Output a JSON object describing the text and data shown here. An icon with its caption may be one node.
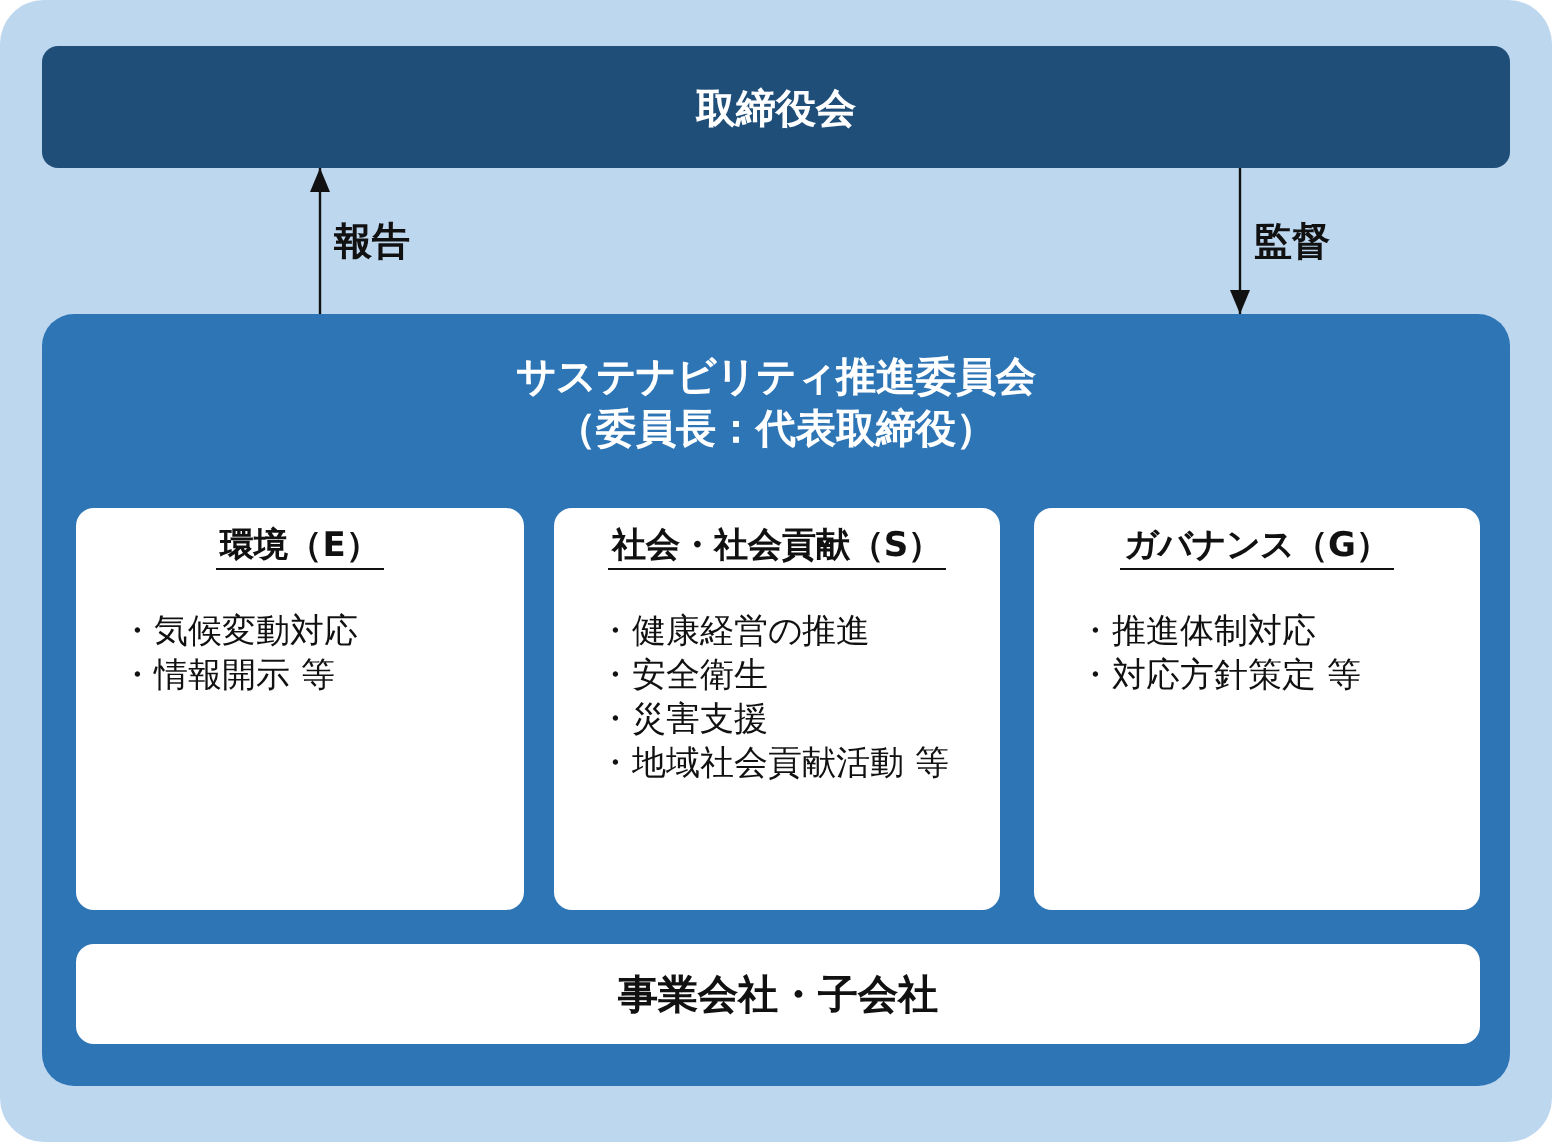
{
  "diagram": {
    "nodes": [
      {
        "text": [
          "取締役会"
        ]
      },
      {
        "text": [
          "サステナビリティ推進委員会",
          "（委員長：代表取締役）"
        ]
      },
      {
        "text": [
          "環境（E）",
          "・気候変動対応",
          "・情報開示 等"
        ],
        "in": 1
      },
      {
        "text": [
          "社会・社会貢献（S）",
          "・健康経営の推進",
          "・安全衛生",
          "・災害支援",
          "・地域社会貢献活動 等"
        ],
        "in": 1
      },
      {
        "text": [
          "ガバナンス（G）",
          "・推進体制対応",
          "・対応方針策定 等"
        ],
        "in": 1
      },
      {
        "text": [
          "事業会社・子会社"
        ],
        "in": 1
      }
    ],
    "edges": [
      {
        "from": 1,
        "to": 0,
        "arrow": "to",
        "label": "報告"
      },
      {
        "from": 0,
        "to": 1,
        "arrow": "to",
        "label": "監督"
      }
    ]
  }
}
